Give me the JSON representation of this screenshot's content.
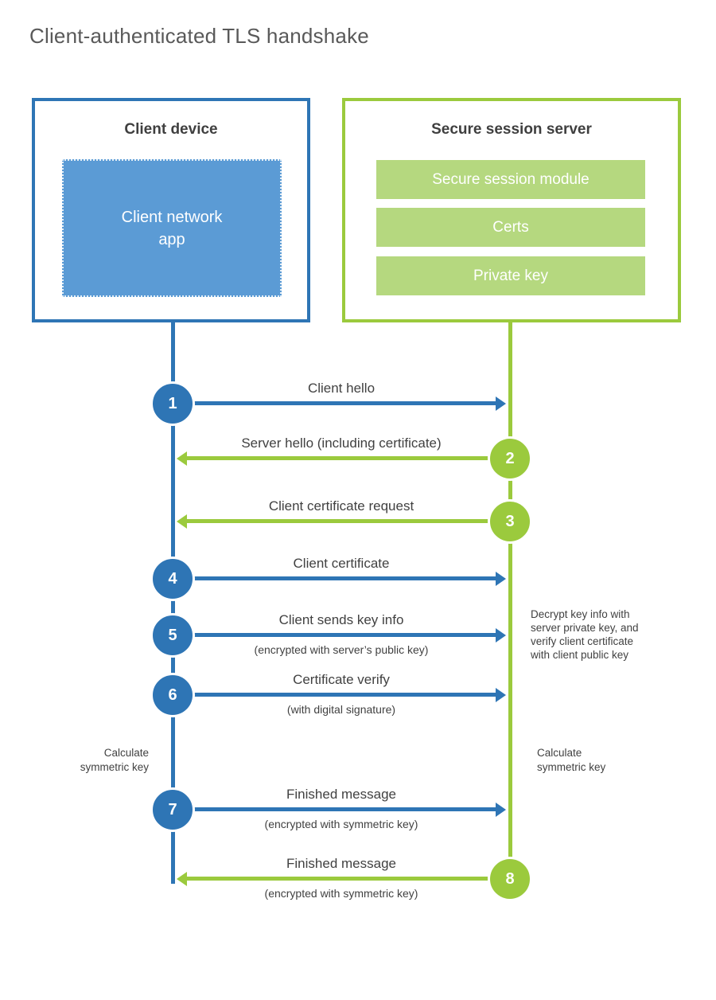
{
  "title": "Client-authenticated TLS handshake",
  "client": {
    "title": "Client device",
    "app_label": "Client network\napp"
  },
  "server": {
    "title": "Secure session server",
    "modules": [
      "Secure session module",
      "Certs",
      "Private key"
    ]
  },
  "steps": [
    {
      "number": "1",
      "label": "Client hello",
      "direction": "client-to-server"
    },
    {
      "number": "2",
      "label": "Server hello (including certificate)",
      "direction": "server-to-client"
    },
    {
      "number": "3",
      "label": "Client certificate request",
      "direction": "server-to-client"
    },
    {
      "number": "4",
      "label": "Client certificate",
      "direction": "client-to-server"
    },
    {
      "number": "5",
      "label": "Client sends key info",
      "sublabel": "(encrypted with server’s public key)",
      "direction": "client-to-server"
    },
    {
      "number": "6",
      "label": "Certificate verify",
      "sublabel": "(with digital signature)",
      "direction": "client-to-server"
    },
    {
      "number": "7",
      "label": "Finished message",
      "sublabel": "(encrypted with symmetric key)",
      "direction": "client-to-server"
    },
    {
      "number": "8",
      "label": "Finished message",
      "sublabel": "(encrypted with symmetric key)",
      "direction": "server-to-client"
    }
  ],
  "notes": {
    "server_decrypt": "Decrypt key info with\nserver private key, and\nverify client certificate\nwith client public key",
    "client_calculate": "Calculate\nsymmetric key",
    "server_calculate": "Calculate\nsymmetric key"
  },
  "colors": {
    "blue": "#2e75b5",
    "light_blue": "#5b9bd5",
    "green": "#9bca3d",
    "light_green": "#b5d87f"
  }
}
